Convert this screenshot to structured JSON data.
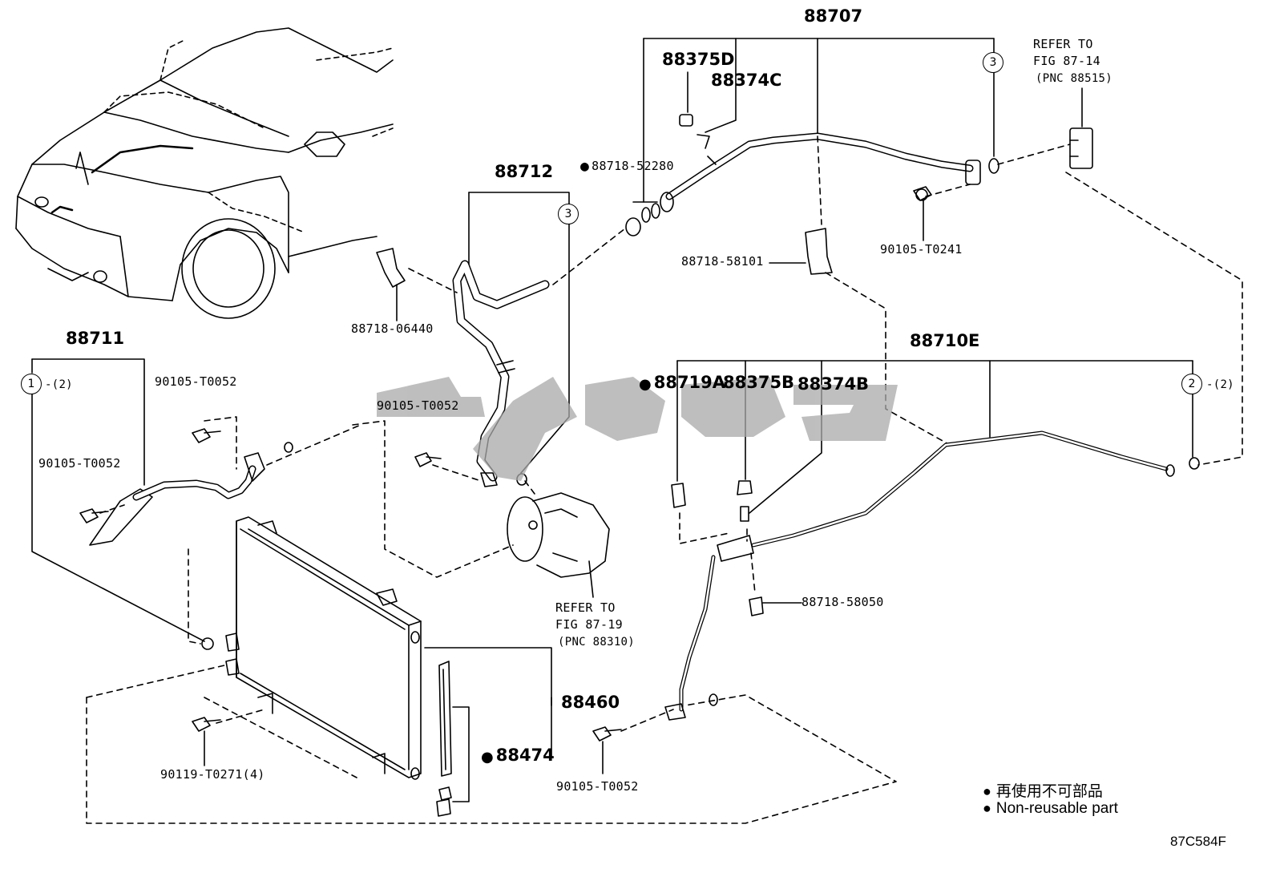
{
  "parts": {
    "p88707": "88707",
    "p88375D": "88375D",
    "p88374C": "88374C",
    "p88718_52280": "88718-52280",
    "p88712": "88712",
    "p88718_06440": "88718-06440",
    "p88718_58101": "88718-58101",
    "p90105_T0241": "90105-T0241",
    "p88711": "88711",
    "p90105_T0052_a": "90105-T0052",
    "p90105_T0052_b": "90105-T0052",
    "p90105_T0052_c": "90105-T0052",
    "p90105_T0052_d": "90105-T0052",
    "p88710E": "88710E",
    "p88719A": "88719A",
    "p88375B": "88375B",
    "p88374B": "88374B",
    "p88718_58050": "88718-58050",
    "p88460": "88460",
    "p88474": "88474",
    "p90119_T0271": "90119-T0271(4)"
  },
  "callouts": {
    "c1": "1",
    "c1_qty": "-(2)",
    "c2": "2",
    "c2_qty": "-(2)",
    "c3a": "3",
    "c3b": "3"
  },
  "refs": {
    "refer_to": "REFER TO",
    "ref_fig_87_14": "FIG 87-14",
    "ref_pnc_88515": "(PNC 88515)",
    "ref_fig_87_19": "FIG 87-19",
    "ref_pnc_88310": "(PNC 88310)"
  },
  "legend": {
    "jp": "再使用不可部品",
    "en": "Non-reusable part"
  },
  "bullet": "●",
  "diagram_code": "87C584F"
}
